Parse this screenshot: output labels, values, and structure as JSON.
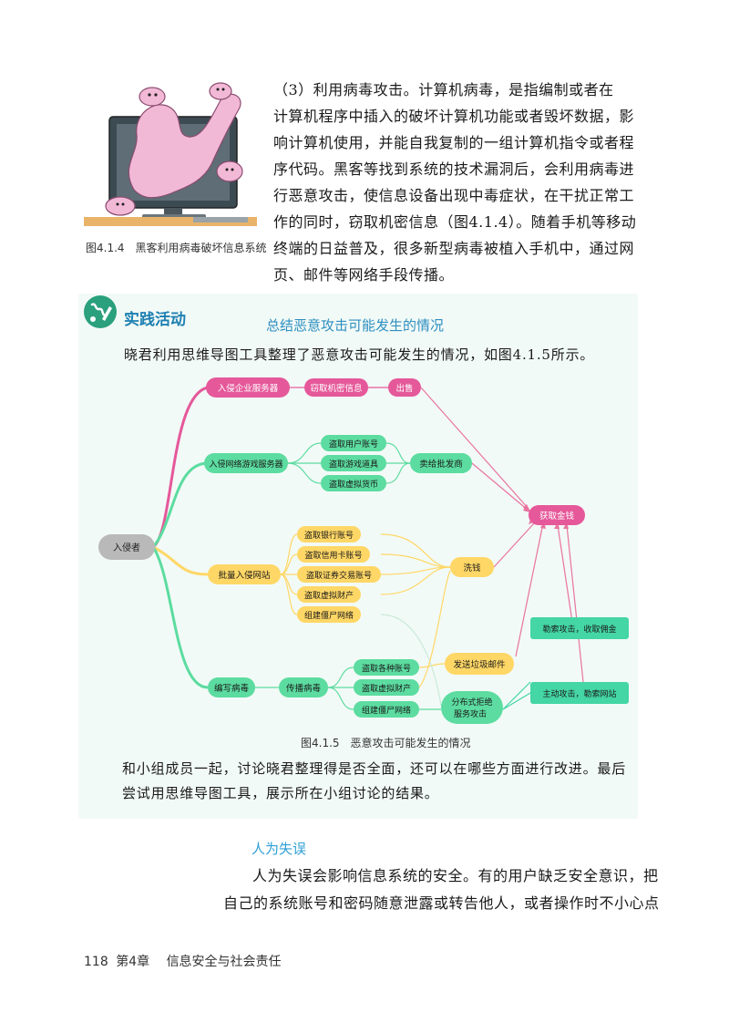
{
  "figure_top": {
    "caption": "图4.1.4　黑客利用病毒破坏信息系统"
  },
  "paragraph_virus": [
    "（3）利用病毒攻击。计算机病毒，是指编制或者在",
    "计算机程序中插入的破坏计算机功能或者毁坏数据，影",
    "响计算机使用，并能自我复制的一组计算机指令或者程",
    "序代码。黑客等找到系统的技术漏洞后，会利用病毒进",
    "行恶意攻击，使信息设备出现中毒症状，在干扰正常工",
    "作的同时，窃取机密信息（图4.1.4）。随着手机等移动",
    "终端的日益普及，很多新型病毒被植入手机中，通过网",
    "页、邮件等网络手段传播。"
  ],
  "practice": {
    "label": "实践活动",
    "title": "总结恶意攻击可能发生的情况",
    "intro": "晓君利用思维导图工具整理了恶意攻击可能发生的情况，如图4.1.5所示。",
    "caption": "图4.1.5　恶意攻击可能发生的情况",
    "discuss": [
      "和小组成员一起，讨论晓君整理得是否全面，还可以在哪些方面进行改进。最后",
      "尝试用思维导图工具，展示所在小组讨论的结果。"
    ]
  },
  "mindmap": {
    "colors": {
      "root": "#b9b9b9",
      "pink": "#e5589a",
      "green": "#5cdca0",
      "yellow": "#ffd766",
      "teal": "#44d6a4"
    },
    "root": "入侵者",
    "branch1": {
      "label": "入侵企业服务器",
      "items": [
        "窃取机密信息",
        "出售"
      ]
    },
    "branch2": {
      "label": "入侵网络游戏服务器",
      "items": [
        "盗取用户账号",
        "盗取游戏道具",
        "盗取虚拟货币"
      ],
      "merge": "卖给批发商"
    },
    "branch3": {
      "label": "批量入侵网站",
      "items": [
        "盗取银行账号",
        "盗取信用卡账号",
        "盗取证券交易账号",
        "盗取虚拟财产",
        "组建僵尸网络"
      ],
      "merge": "洗钱"
    },
    "branch4": {
      "label": "编写病毒",
      "spread": "传播病毒",
      "items": [
        "盗取各种账号",
        "盗取虚拟财产",
        "组建僵尸网络"
      ],
      "spam": "发送垃圾邮件",
      "ddos_line1": "分布式拒绝",
      "ddos_line2": "服务攻击"
    },
    "target": "获取金钱",
    "extort1": "勒索攻击，收取佣金",
    "extort2": "主动攻击，勒索网站"
  },
  "section_human": {
    "title": "人为失误",
    "paragraph": [
      "人为失误会影响信息系统的安全。有的用户缺乏安全意识，把",
      "自己的系统账号和密码随意泄露或转告他人，或者操作时不小心点"
    ]
  },
  "footer": {
    "page": "118",
    "chapter": "第4章",
    "title": "信息安全与社会责任"
  }
}
